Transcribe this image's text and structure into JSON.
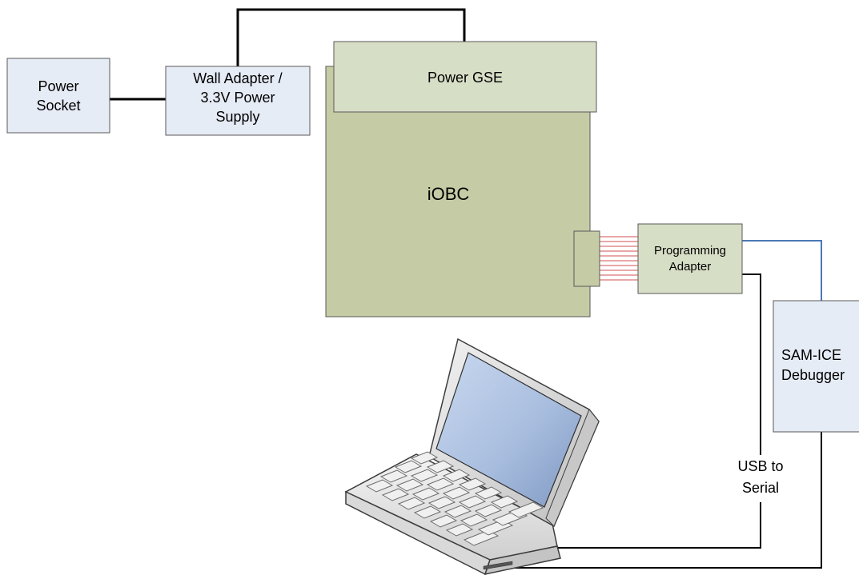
{
  "colors": {
    "box_fill_blue": "#e6ecf6",
    "power_gse_fill": "#d7dec6",
    "iobc_fill": "#c5cca5",
    "adapter_fill": "#d7dec6",
    "ribbon_wire": "#d05050",
    "blue_cable": "#4a78b5",
    "black_cable": "#000000"
  },
  "nodes": {
    "power_socket": {
      "line1": "Power",
      "line2": "Socket"
    },
    "wall_adapter": {
      "line1": "Wall Adapter /",
      "line2": "3.3V Power",
      "line3": "Supply"
    },
    "power_gse": {
      "label": "Power GSE"
    },
    "iobc": {
      "label": "iOBC"
    },
    "programming_adapter": {
      "line1": "Programming",
      "line2": "Adapter"
    },
    "sam_ice": {
      "line1": "SAM-ICE",
      "line2": "Debugger"
    },
    "laptop": {
      "icon": "laptop-icon"
    }
  },
  "edge_labels": {
    "usb_serial": {
      "line1": "USB to",
      "line2": "Serial"
    }
  }
}
